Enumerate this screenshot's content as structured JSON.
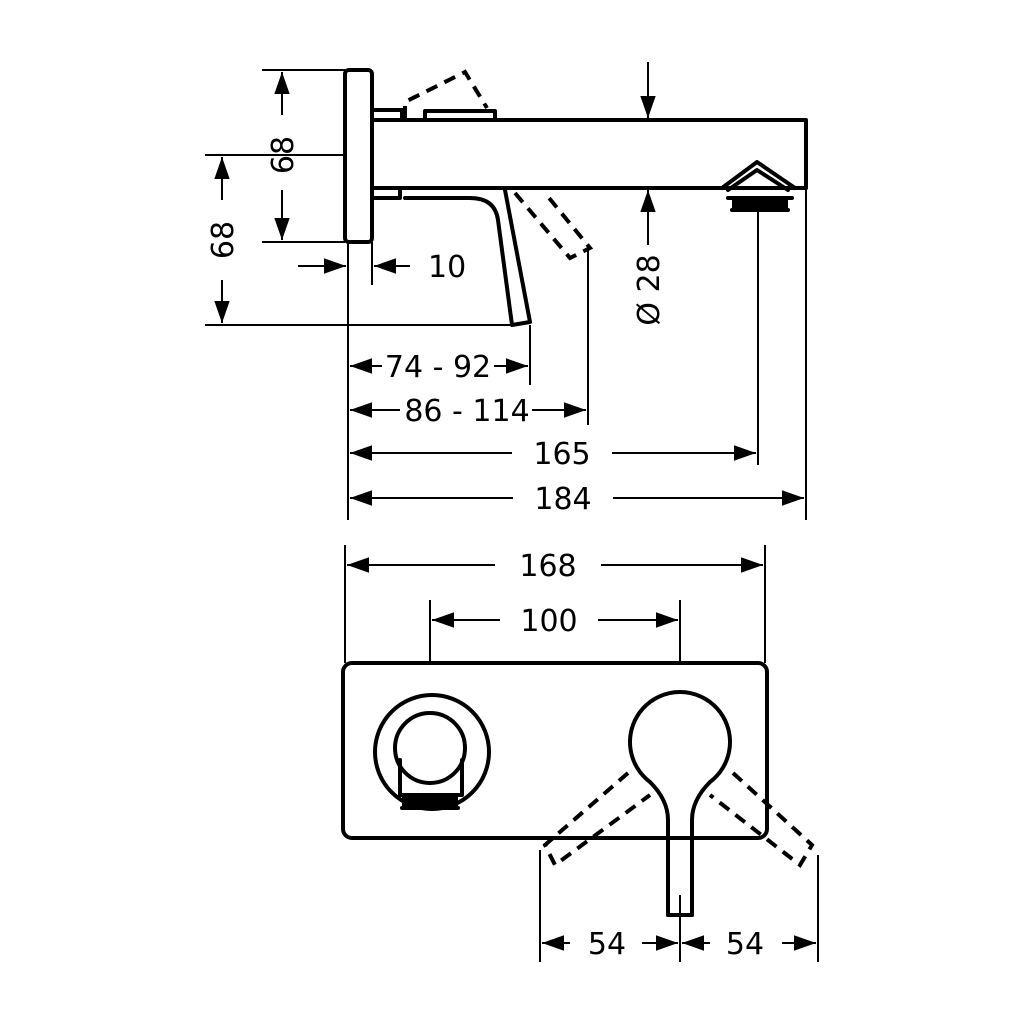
{
  "title": "Wall-mounted basin mixer dimension drawing",
  "side_view": {
    "height_upper": "68",
    "height_lower": "68",
    "plate_thickness": "10",
    "spout_diameter": "Ø 28",
    "lever_reach": "74 - 92",
    "lever_reach_open": "86 - 114",
    "aerator_projection": "165",
    "total_projection": "184"
  },
  "front_view": {
    "plate_width": "168",
    "center_distance": "100",
    "lever_swing_left": "54",
    "lever_swing_right": "54"
  },
  "colors": {
    "ink": "#000000",
    "background": "#ffffff"
  }
}
